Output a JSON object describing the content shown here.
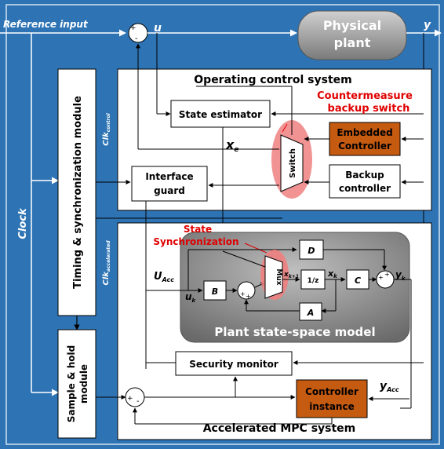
{
  "labels": {
    "reference_input": "Reference input",
    "u": "u",
    "physical_plant_line1": "Physical",
    "physical_plant_line2": "plant",
    "y": "y",
    "clock": "Clock",
    "timing_sync": "Timing & synchronization module",
    "clk_control": "Clk",
    "clk_control_sub": "control",
    "clk_accel": "Clk",
    "clk_accel_sub": "accelerated",
    "sample_hold_line1": "Sample & hold",
    "sample_hold_line2": "module",
    "ocs_title": "Operating control system",
    "state_estimator": "State estimator",
    "countermeasure_line1": "Countermeasure",
    "countermeasure_line2": "backup switch",
    "xe": "x",
    "xe_sub": "e",
    "switch": "Switch",
    "embedded_line1": "Embedded",
    "embedded_line2": "Controller",
    "interface_line1": "Interface",
    "interface_line2": "guard",
    "backup_line1": "Backup",
    "backup_line2": "controller",
    "state_sync_line1": "State",
    "state_sync_line2": "Synchronization",
    "uacc": "U",
    "uacc_sub": "Acc",
    "uk": "u",
    "uk_sub": "k",
    "b": "B",
    "mux": "Mux",
    "xk1": "x",
    "xk1_sub": "k+1",
    "d": "D",
    "z": "1/z",
    "xk": "x",
    "xk_sub": "k",
    "c": "C",
    "yk": "y",
    "yk_sub": "k",
    "a": "A",
    "pssm_title": "Plant state-space model",
    "security_monitor": "Security monitor",
    "yacc": "y",
    "yacc_sub": "Acc",
    "controller_instance_line1": "Controller",
    "controller_instance_line2": "instance",
    "mpc_title": "Accelerated MPC system",
    "plus": "+",
    "minus": "-"
  },
  "colors": {
    "background_blue": "#2e74b5",
    "panel_white": "#ffffff",
    "orange_block": "#c55a11",
    "red_text": "#e00000",
    "highlight_red": "#f08080",
    "plant_gray": "#9a9a9a"
  }
}
